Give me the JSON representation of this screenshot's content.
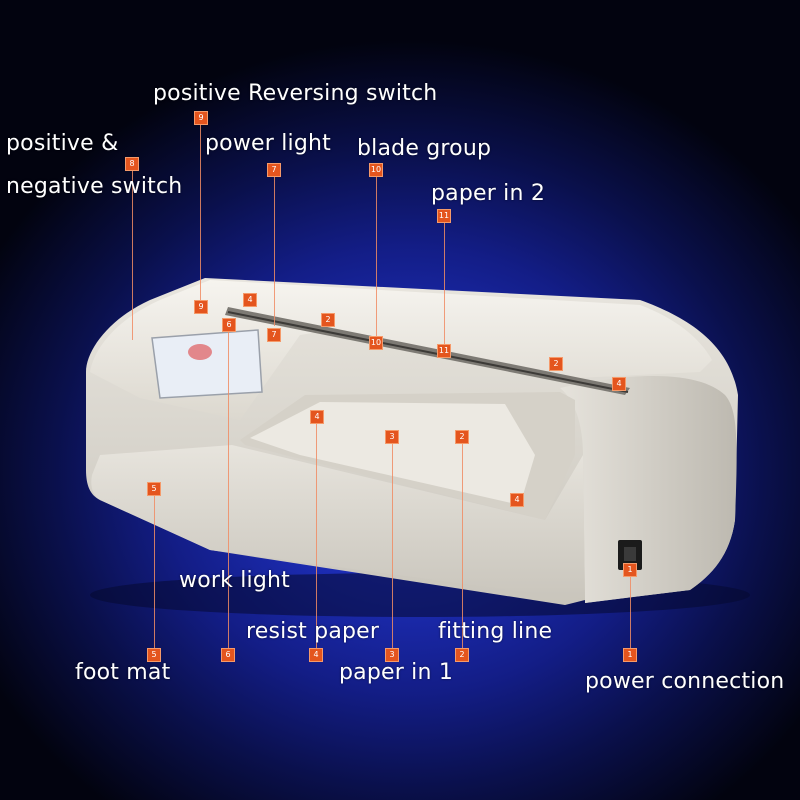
{
  "labels": {
    "positive_reversing_switch": "positive Reversing switch",
    "positive_negative_switch_1": "positive &",
    "positive_negative_switch_2": "negative switch",
    "power_light": "power light",
    "blade_group": "blade group",
    "paper_in_2": "paper in 2",
    "work_light": "work light",
    "resist_paper": "resist paper",
    "fitting_line": "fitting line",
    "foot_mat": "foot mat",
    "paper_in_1": "paper in 1",
    "power_connection": "power connection"
  },
  "badges": {
    "n1": "1",
    "n2": "2",
    "n3": "3",
    "n4": "4",
    "n5": "5",
    "n6": "6",
    "n7": "7",
    "n8": "8",
    "n9": "9",
    "n10": "10",
    "n11": "11"
  },
  "colors": {
    "background": "#1c2cb4",
    "badge": "#e4551e",
    "machine_body": "#e9e6df"
  }
}
